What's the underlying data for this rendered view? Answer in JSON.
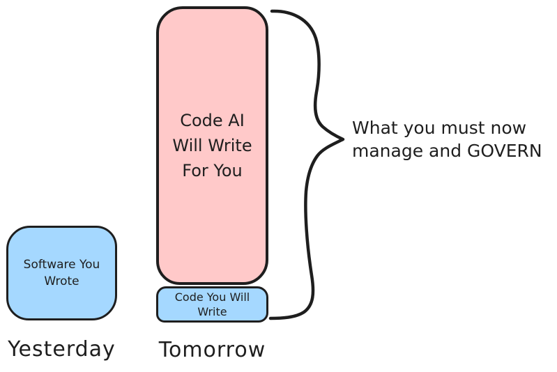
{
  "colors": {
    "background": "#ffffff",
    "stroke": "#1e1e1e",
    "pink_fill": "#ffc9c9",
    "blue_fill": "#a5d8ff"
  },
  "yesterday_group": {
    "box_lines": [
      "Software You",
      "Wrote"
    ],
    "caption": "Yesterday"
  },
  "tomorrow_group": {
    "ai_box_lines": [
      "Code AI",
      "Will Write",
      "For You"
    ],
    "small_box_lines": [
      "Code You Will",
      "Write"
    ],
    "caption": "Tomorrow"
  },
  "annotation": {
    "lines": [
      "What you must now",
      "manage and GOVERN"
    ]
  }
}
